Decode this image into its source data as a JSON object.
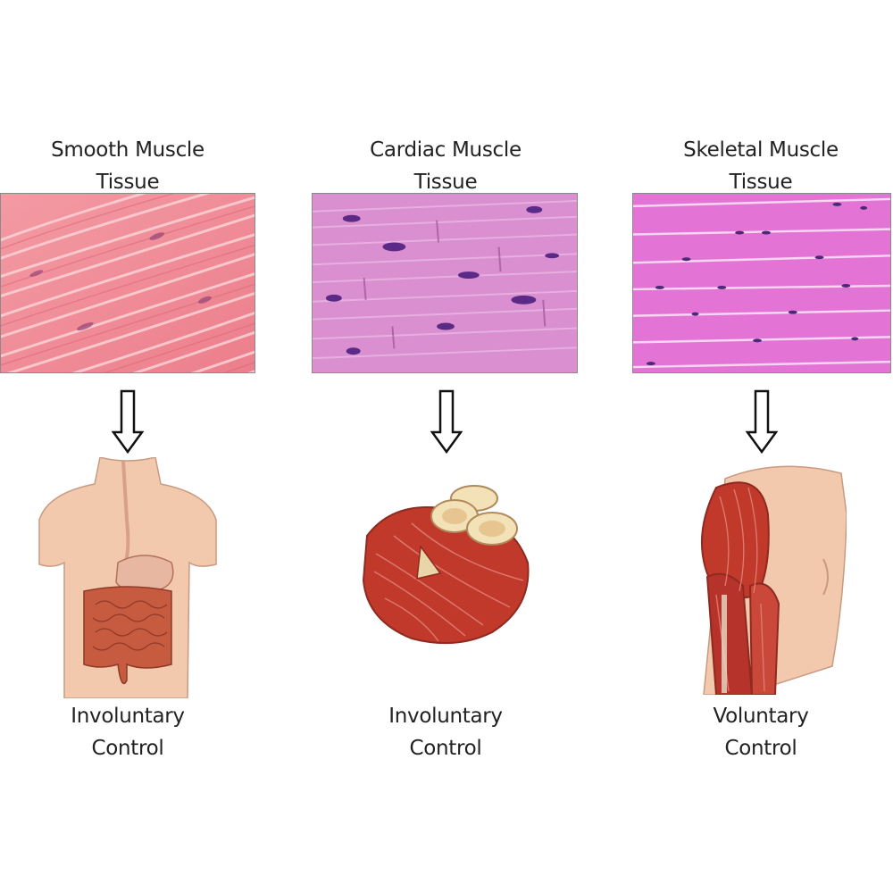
{
  "columns": [
    {
      "title_line1": "Smooth Muscle",
      "title_line2": "Tissue",
      "control_line1": "Involuntary",
      "control_line2": "Control",
      "organ_icon": "digestive-system-icon",
      "tissue_color": "#f08a96"
    },
    {
      "title_line1": "Cardiac Muscle",
      "title_line2": "Tissue",
      "control_line1": "Involuntary",
      "control_line2": "Control",
      "organ_icon": "heart-icon",
      "tissue_color": "#d98fd0"
    },
    {
      "title_line1": "Skeletal Muscle",
      "title_line2": "Tissue",
      "control_line1": "Voluntary",
      "control_line2": "Control",
      "organ_icon": "arm-muscle-icon",
      "tissue_color": "#e374d6"
    }
  ],
  "colors": {
    "smooth_tissue": "#f08a96",
    "cardiac_tissue": "#d98fd0",
    "skeletal_tissue": "#e374d6",
    "nucleus": "#5a2a86",
    "muscle_red": "#c0392b",
    "skin": "#f2c9ac"
  }
}
